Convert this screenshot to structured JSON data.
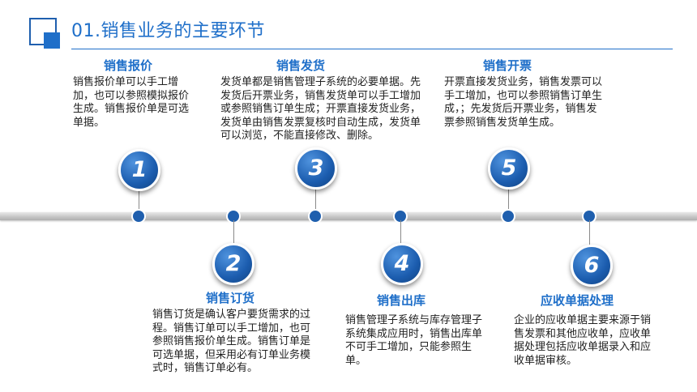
{
  "title": "01.销售业务的主要环节",
  "steps": [
    {
      "number": "1",
      "heading": "销售报价",
      "text": "销售报价单可以手工增加，也可以参照模拟报价生成。销售报价单是可选单据。"
    },
    {
      "number": "2",
      "heading": "销售订货",
      "text": "销售订货是确认客户要货需求的过程。销售订单可以手工增加，也可参照销售报价单生成。销售订单是可选单据，但采用必有订单业务模式时，销售订单必有。"
    },
    {
      "number": "3",
      "heading": "销售发货",
      "text": "发货单都是销售管理子系统的必要单据。先发货后开票业务，销售发货单可以手工增加或参照销售订单生成；开票直接发货业务，发货单由销售发票复核时自动生成，发货单可以浏览，不能直接修改、删除。"
    },
    {
      "number": "4",
      "heading": "销售出库",
      "text": "销售管理子系统与库存管理子系统集成应用时，销售出库单不可手工增加，只能参照生单。"
    },
    {
      "number": "5",
      "heading": "销售开票",
      "text": "开票直接发货业务，销售发票可以手工增加，也可以参照销售订单生成，；先发货后开票业务，销售发票参照销售发货单生成。"
    },
    {
      "number": "6",
      "heading": "应收单据处理",
      "text": "企业的应收单据主要来源于销售发票和其他应收单，应收单据处理包括应收单据录入和应收单据审核。"
    }
  ]
}
